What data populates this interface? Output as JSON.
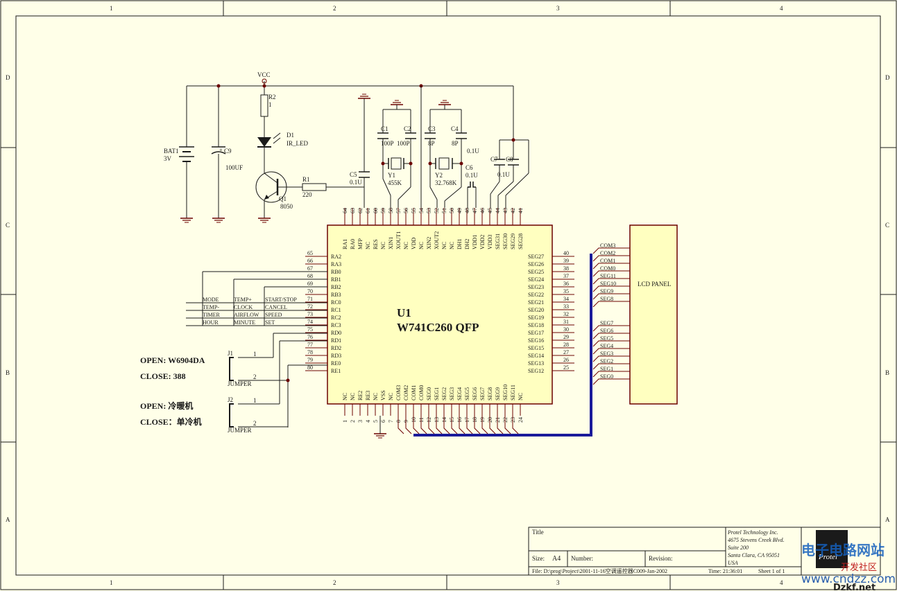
{
  "frame": {
    "col_labels": [
      "1",
      "2",
      "3",
      "4"
    ],
    "row_labels": [
      "D",
      "C",
      "B",
      "A"
    ]
  },
  "chip": {
    "ref": "U1",
    "part": "W741C260  QFP",
    "top_pin_nums": [
      "64",
      "63",
      "62",
      "61",
      "60",
      "59",
      "58",
      "57",
      "56",
      "55",
      "54",
      "53",
      "52",
      "51",
      "50",
      "49",
      "48",
      "47",
      "46",
      "45",
      "44",
      "43",
      "42",
      "41"
    ],
    "top_pin_names": [
      "RA1",
      "RA0",
      "MFP",
      "NC",
      "RES",
      "NC",
      "XIN1",
      "XOUT1",
      "NC",
      "VDD",
      "NC",
      "XIN2",
      "XOUT2",
      "NC",
      "NC",
      "DH1",
      "DH2",
      "VDD1",
      "VDD2",
      "VDD3",
      "SEG31",
      "SEG30",
      "SEG29",
      "SEG28"
    ],
    "left_pin_nums": [
      "65",
      "66",
      "67",
      "68",
      "69",
      "70",
      "71",
      "72",
      "73",
      "74",
      "75",
      "76",
      "77",
      "78",
      "79",
      "80"
    ],
    "left_pin_names": [
      "RA2",
      "RA3",
      "RB0",
      "RB1",
      "RB2",
      "RB3",
      "RC0",
      "RC1",
      "RC2",
      "RC3",
      "RD0",
      "RD1",
      "RD2",
      "RD3",
      "RE0",
      "RE1"
    ],
    "right_pin_nums": [
      "40",
      "39",
      "38",
      "37",
      "36",
      "35",
      "34",
      "33",
      "32",
      "31",
      "30",
      "29",
      "28",
      "27",
      "26",
      "25"
    ],
    "right_pin_names": [
      "SEG27",
      "SEG26",
      "SEG25",
      "SEG24",
      "SEG23",
      "SEG22",
      "SEG21",
      "SEG20",
      "SEG19",
      "SEG18",
      "SEG17",
      "SEG16",
      "SEG15",
      "SEG14",
      "SEG13",
      "SEG12"
    ],
    "bottom_pin_nums": [
      "1",
      "2",
      "3",
      "4",
      "5",
      "6",
      "7",
      "8",
      "9",
      "10",
      "11",
      "12",
      "13",
      "14",
      "15",
      "16",
      "17",
      "18",
      "19",
      "20",
      "21",
      "22",
      "23",
      "24"
    ],
    "bottom_pin_names": [
      "NC",
      "NC",
      "RE2",
      "RE3",
      "NC",
      "VSS",
      "NC",
      "COM3",
      "COM2",
      "COM1",
      "COM0",
      "SEG0",
      "SEG1",
      "SEG2",
      "SEG3",
      "SEG4",
      "SEG5",
      "SEG6",
      "SEG7",
      "SEG8",
      "SEG9",
      "SEG10",
      "SEG11",
      "NC"
    ]
  },
  "lcd": {
    "label": "LCD PANEL",
    "nets_top": [
      "COM3",
      "COM2",
      "COM1",
      "COM0",
      "SEG11",
      "SEG10",
      "SEG9",
      "SEG8"
    ],
    "nets_bottom": [
      "SEG7",
      "SEG6",
      "SEG5",
      "SEG4",
      "SEG3",
      "SEG2",
      "SEG1",
      "SEG0"
    ]
  },
  "keys": {
    "rows": [
      [
        "MODE",
        "TEMP+",
        "START/STOP"
      ],
      [
        "TEMP-",
        "CLOCK",
        "CANCEL"
      ],
      [
        "TIMER",
        "AIRFLOW",
        "SPEED"
      ],
      [
        "HOUR",
        "MINUTE",
        "SET"
      ]
    ]
  },
  "components": {
    "vcc": "VCC",
    "r2_ref": "R2",
    "r2_val": "1",
    "d1_ref": "D1",
    "d1_val": "IR_LED",
    "bat_ref": "BAT1",
    "bat_val": "3V",
    "c9_ref": "C9",
    "c9_val": "100UF",
    "q1_ref": "Q1",
    "q1_val": "8050",
    "r1_ref": "R1",
    "r1_val": "220",
    "c1_ref": "C1",
    "c1_val": "100P",
    "c2_ref": "C2",
    "c2_val": "100P",
    "c3_ref": "C3",
    "c3_val": "8P",
    "c4_ref": "C4",
    "c4_val": "8P",
    "c4_extra": "0.1U",
    "c5_ref": "C5",
    "c5_val": "0.1U",
    "y1_ref": "Y1",
    "y1_val": "455K",
    "y2_ref": "Y2",
    "y2_val": "32.768K",
    "c6_ref": "C6",
    "c6_val": "0.1U",
    "c7_ref": "C7",
    "c8_ref": "C8",
    "c78_val": "0.1U",
    "j1_ref": "J1",
    "j2_ref": "J2",
    "jumper": "JUMPER",
    "pin1": "1",
    "pin2": "2"
  },
  "notes": {
    "open1": "OPEN: W6904DA",
    "close1": "CLOSE: 388",
    "open2": "OPEN: 冷暖机",
    "close2": "CLOSE：单冷机"
  },
  "title_block": {
    "title_label": "Title",
    "size_label": "Size:",
    "size_value": "A4",
    "number_label": "Number:",
    "revision_label": "Revision:",
    "file_line": "File:  D:\\prog\\Project\\2001-11-16空调遥控器C009-Jan-2002",
    "time_line": "Time:   21:36:01",
    "sheet_line": "Sheet  1    of   1",
    "company": [
      "Protel Technology Inc.",
      "4675 Stevens Creek Blvd.",
      "Suite 200",
      "Santa Clara, CA 95051",
      "USA"
    ],
    "logo_text": "Protel"
  },
  "watermark": {
    "line1": "电子电路网站",
    "line2": "开发社区",
    "line3": "www.cndzz.com",
    "line4": "Dzkf.net"
  }
}
